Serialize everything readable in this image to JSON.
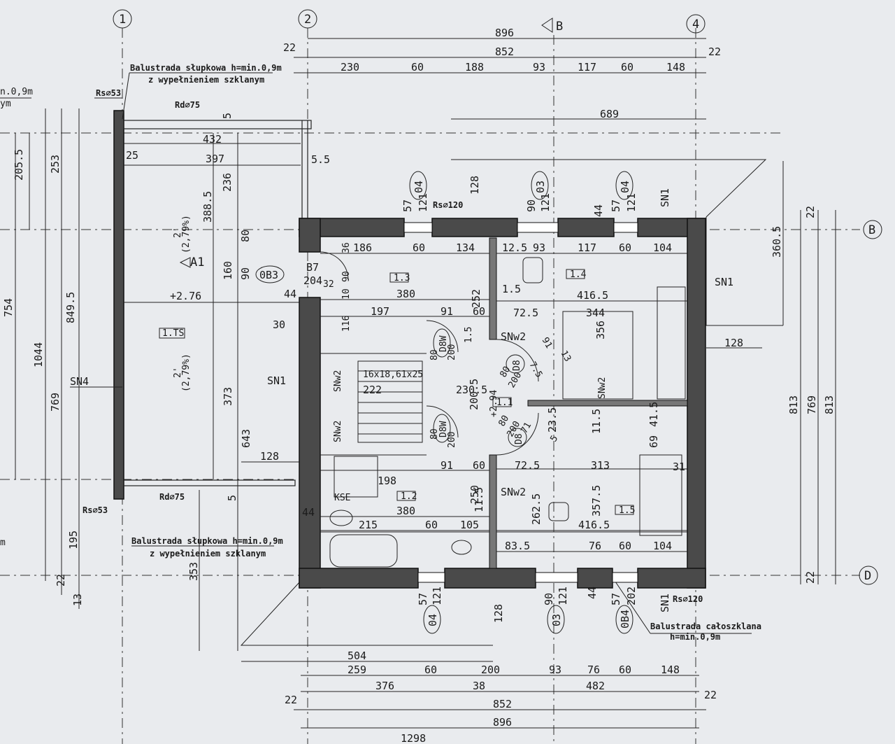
{
  "grid_axes": {
    "a1": "1",
    "a2": "2",
    "a4": "4",
    "aB": "B",
    "aD": "D",
    "section": "B"
  },
  "top_dims": {
    "t896": "896",
    "t852": "852",
    "t22a": "22",
    "t22b": "22",
    "row": [
      "230",
      "60",
      "188",
      "93",
      "117",
      "60",
      "148"
    ],
    "t689": "689"
  },
  "bottom_dims": {
    "b504": "504",
    "row1": [
      "259",
      "60",
      "200",
      "93",
      "76",
      "60",
      "148"
    ],
    "b376": "376",
    "b38": "38",
    "b482": "482",
    "b22a": "22",
    "b22b": "22",
    "b852": "852",
    "b896": "896",
    "b1298": "1298"
  },
  "left_dims": {
    "l205": "205.5",
    "l253": "253",
    "l754": "754",
    "l849": "849.5",
    "l1044": "1044",
    "l769": "769",
    "l195": "195",
    "l22": "22",
    "l13": "13",
    "l0_9": "n.0,9m",
    "lym": "ym",
    "lm": "m"
  },
  "right_dims": {
    "r360": "360.5",
    "r22a": "22",
    "r22b": "22",
    "r813a": "813",
    "r769": "769",
    "r813b": "813",
    "r128": "128"
  },
  "notes": {
    "bal_top_1": "Balustrada słupkowa h=min.0,9m",
    "bal_top_2": "z wypełnieniem szklanym",
    "bal_bot_1": "Balustrada słupkowa h=min.0,9m",
    "bal_bot_2": "z wypełnieniem szklanym",
    "bal_glass_1": "Balustrada całoszklana",
    "bal_glass_2": "h=min.0,9m",
    "rs53a": "Rs⌀53",
    "rs53b": "Rs⌀53",
    "rd75a": "Rd⌀75",
    "rd75b": "Rd⌀75",
    "rs120a": "Rs⌀120",
    "rs120b": "Rs⌀120"
  },
  "terrace": {
    "d432": "432",
    "d397": "397",
    "d25": "25",
    "d5a": "5",
    "d5b": "5",
    "d55": "5.5",
    "d236": "236",
    "d388": "388.5",
    "d80": "80",
    "d90": "90",
    "d160": "160",
    "d373": "373",
    "d643": "643",
    "d128": "128",
    "d353": "353",
    "slope": "2'",
    "slope_pct": "(2,79%)",
    "slope2": "2'",
    "slope2_pct": "(2,79%)",
    "elev": "+2.76",
    "section": "A1",
    "room": "1.TS",
    "d30": "30",
    "d44": "44"
  },
  "walls": {
    "sn4": "SN4",
    "sn1a": "SN1",
    "sn1b": "SN1",
    "sn1c": "SN1",
    "sn1d": "SN1",
    "snw2a": "SNw2",
    "snw2b": "SNw2",
    "snw2c": "SNw2",
    "snw2d": "SNw2",
    "snw2e": "SNw2"
  },
  "windows": {
    "w04a": "04",
    "w03a": "03",
    "w04b": "04",
    "w04c": "04",
    "w03b": "03",
    "ob4": "0B4",
    "ob3": "0B3",
    "w57a": "57",
    "w121a": "121",
    "w90a": "90",
    "w121b": "121",
    "w57b": "57",
    "w121c": "121",
    "w128a": "128",
    "w44a": "44",
    "w57c": "57",
    "w121d": "121",
    "w90b": "90",
    "w121e": "121",
    "w44b": "44",
    "w57d": "57",
    "w202": "202",
    "w128b": "128"
  },
  "rooms": {
    "r13": "1.3",
    "r14": "1.4",
    "r12": "1.2",
    "r15": "1.5",
    "r11": "1.1",
    "r13_d": [
      "186",
      "60",
      "134",
      "380",
      "197",
      "91",
      "60",
      "252",
      "36",
      "90",
      "10",
      "116"
    ],
    "r14_d": [
      "12.5",
      "93",
      "117",
      "60",
      "104",
      "416.5",
      "344",
      "356",
      "1.5",
      "72.5"
    ],
    "r12_d": [
      "91",
      "60",
      "380",
      "215",
      "60",
      "105",
      "250",
      "11.5",
      "198"
    ],
    "r15_d": [
      "72.5",
      "313",
      "357.5",
      "262.5",
      "416.5",
      "83.5",
      "76",
      "60",
      "104",
      "11.5",
      "69",
      "41.5",
      "31",
      "23.5"
    ],
    "stairs": "16x18,61x25",
    "stair_d": "222",
    "stair_230": "230.5",
    "stair_200": "200.5",
    "b7": "B7",
    "d204": "204",
    "d32": "32",
    "d1_5": "1.5",
    "d2_94": "+2.94",
    "d8a": "D8",
    "d8b": "D8",
    "d8w_a": "D8W",
    "d8w_b": "D8W",
    "d80a": "80",
    "d200a": "200",
    "d80b": "80",
    "d200b": "200",
    "d80c": "80",
    "d200c": "200",
    "d80d": "80",
    "d200d": "200",
    "d91": "91",
    "d13": "13",
    "d7_5": "7.5",
    "d71": "71",
    "d5": "5",
    "kse": "KSE",
    "d44s": "44"
  }
}
